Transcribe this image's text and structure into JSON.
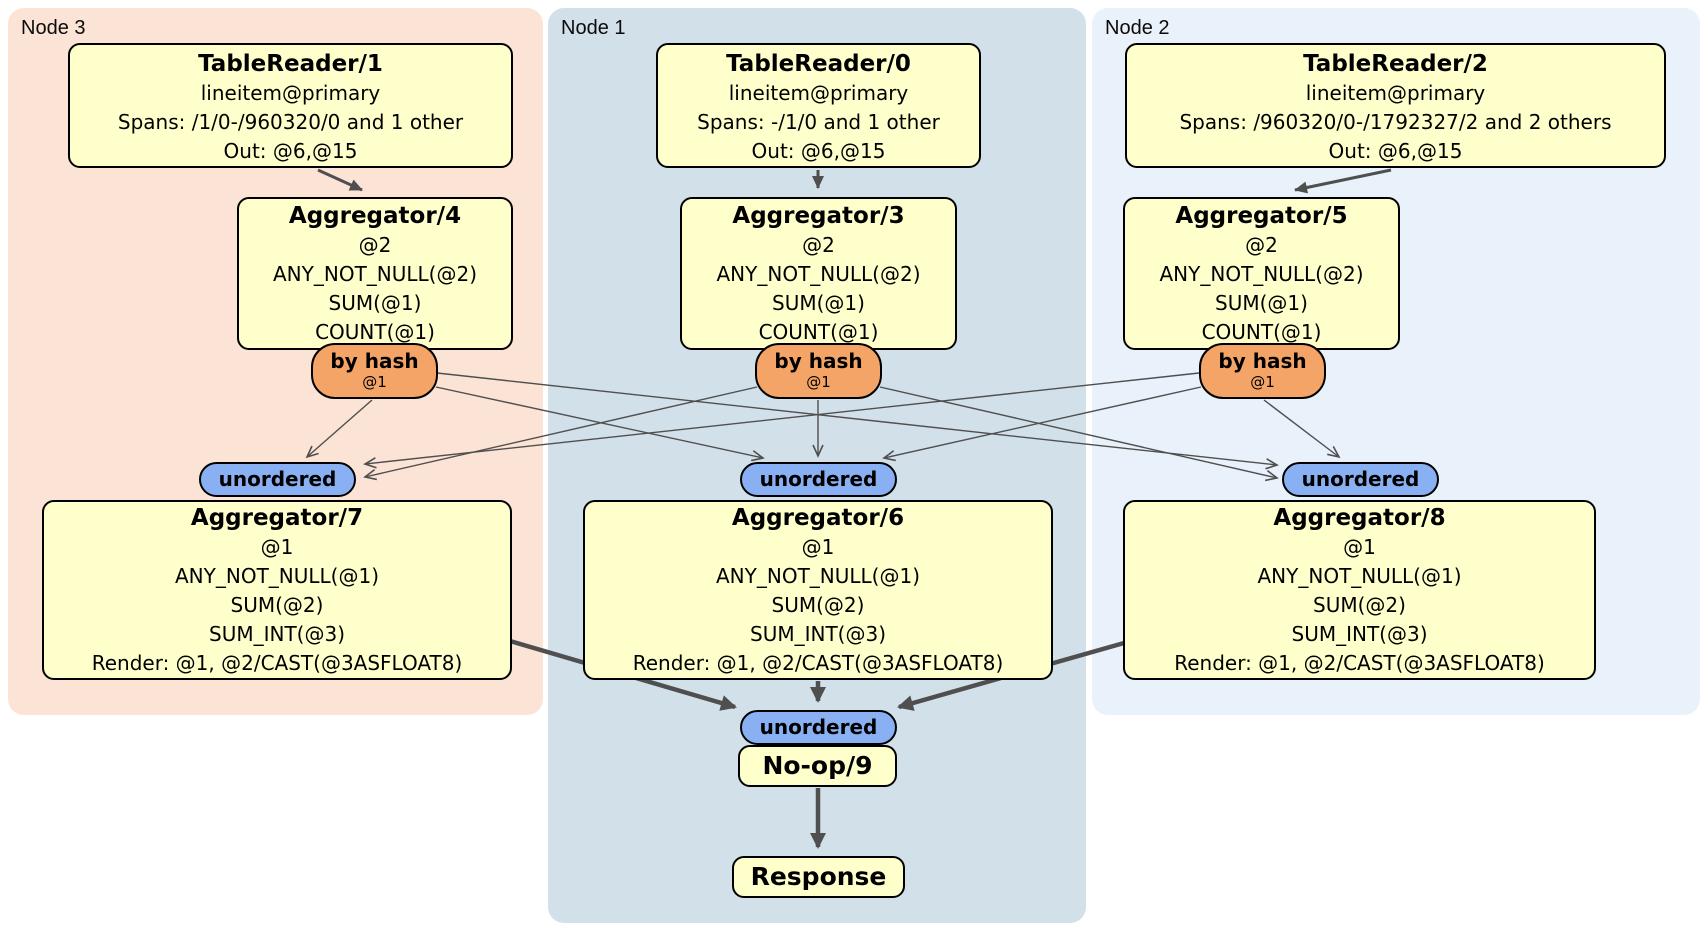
{
  "groups": {
    "node3": {
      "label": "Node 3"
    },
    "node1": {
      "label": "Node 1"
    },
    "node2": {
      "label": "Node 2"
    }
  },
  "processors": {
    "tablereader1": {
      "title": "TableReader/1",
      "lines": [
        "lineitem@primary",
        "Spans: /1/0-/960320/0 and 1 other",
        "Out: @6,@15"
      ]
    },
    "tablereader0": {
      "title": "TableReader/0",
      "lines": [
        "lineitem@primary",
        "Spans: -/1/0 and 1 other",
        "Out: @6,@15"
      ]
    },
    "tablereader2": {
      "title": "TableReader/2",
      "lines": [
        "lineitem@primary",
        "Spans: /960320/0-/1792327/2 and 2 others",
        "Out: @6,@15"
      ]
    },
    "aggregator4": {
      "title": "Aggregator/4",
      "lines": [
        "@2",
        "ANY_NOT_NULL(@2)",
        "SUM(@1)",
        "COUNT(@1)"
      ]
    },
    "aggregator3": {
      "title": "Aggregator/3",
      "lines": [
        "@2",
        "ANY_NOT_NULL(@2)",
        "SUM(@1)",
        "COUNT(@1)"
      ]
    },
    "aggregator5": {
      "title": "Aggregator/5",
      "lines": [
        "@2",
        "ANY_NOT_NULL(@2)",
        "SUM(@1)",
        "COUNT(@1)"
      ]
    },
    "aggregator7": {
      "title": "Aggregator/7",
      "lines": [
        "@1",
        "ANY_NOT_NULL(@1)",
        "SUM(@2)",
        "SUM_INT(@3)",
        "Render: @1, @2/CAST(@3ASFLOAT8)"
      ]
    },
    "aggregator6": {
      "title": "Aggregator/6",
      "lines": [
        "@1",
        "ANY_NOT_NULL(@1)",
        "SUM(@2)",
        "SUM_INT(@3)",
        "Render: @1, @2/CAST(@3ASFLOAT8)"
      ]
    },
    "aggregator8": {
      "title": "Aggregator/8",
      "lines": [
        "@1",
        "ANY_NOT_NULL(@1)",
        "SUM(@2)",
        "SUM_INT(@3)",
        "Render: @1, @2/CAST(@3ASFLOAT8)"
      ]
    },
    "noop": {
      "title": "No-op/9"
    },
    "response": {
      "title": "Response"
    }
  },
  "routers": {
    "label": "by hash",
    "detail": "@1"
  },
  "syncs": {
    "label": "unordered"
  },
  "colors": {
    "node3_bg": "#fbe3d5",
    "node1_bg": "#d2e0ea",
    "node2_bg": "#e9f1fa",
    "processor_bg": "#ffffcc",
    "router_bg": "#f4a466",
    "sync_bg": "#88b0f2",
    "edge": "#4f4f4f"
  }
}
